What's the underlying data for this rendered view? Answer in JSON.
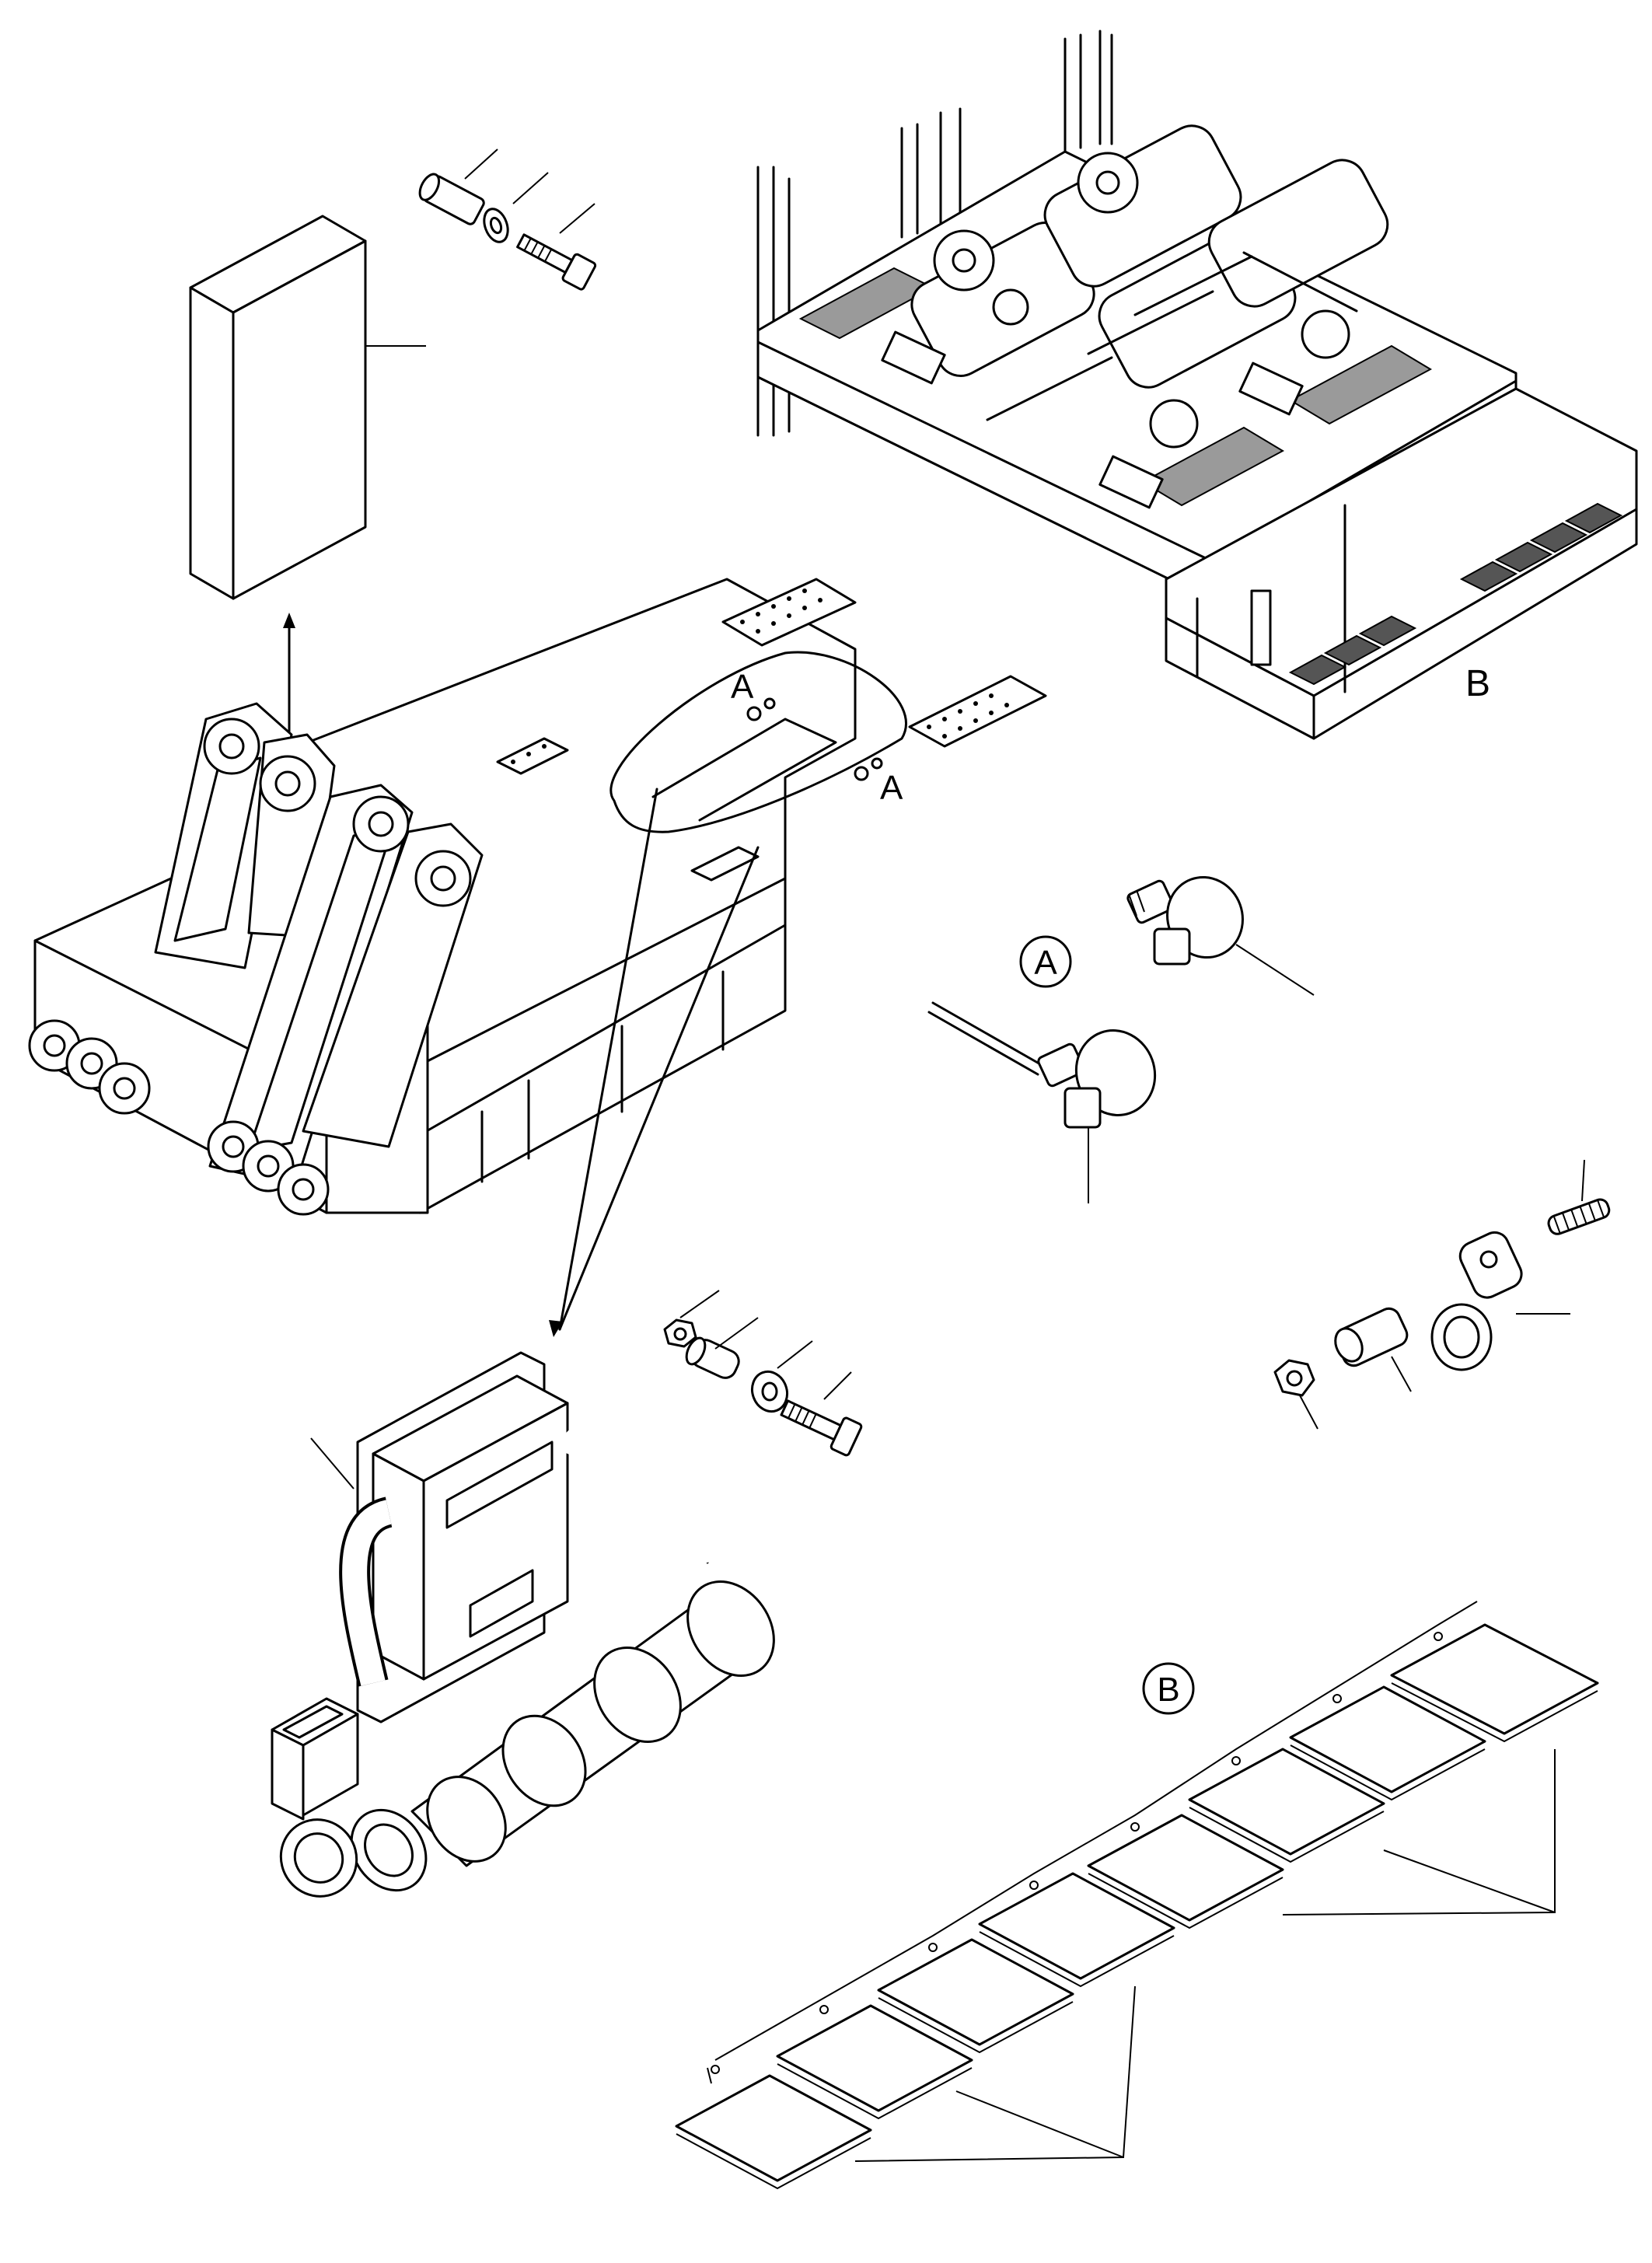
{
  "callouts": {
    "detail_a_mark_1": "A",
    "detail_a_mark_2": "A",
    "detail_b_mark": "B",
    "detail_a_label": "A",
    "detail_b_label": "B"
  },
  "colors": {
    "line": "#000000",
    "background": "#ffffff",
    "shade": "#9a9a9a"
  }
}
